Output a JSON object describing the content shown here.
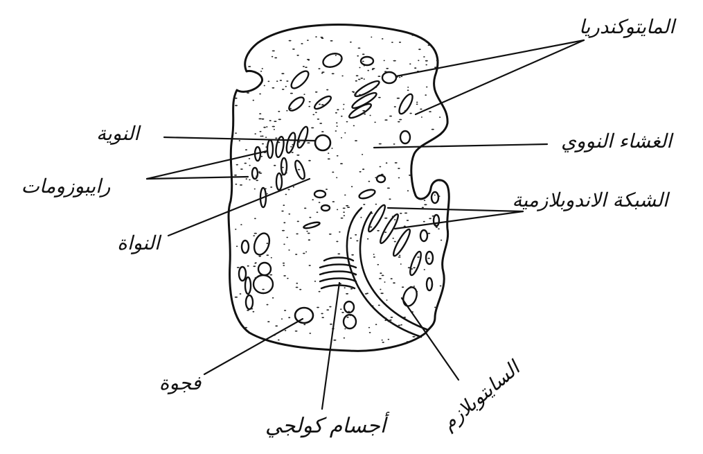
{
  "diagram": {
    "labels": {
      "mitochondria": "المايتوكندريا",
      "nuclear_membrane": "الغشاء النووي",
      "endoplasmic_reticulum": "الشبكة الاندوبلازمية",
      "cytoplasm": "السايتوبلازم",
      "golgi": "أجسام كولجي",
      "vacuole": "فجوة",
      "nucleus": "النواة",
      "ribosomes": "رايبوزومات",
      "nucleolus": "النوية"
    }
  }
}
